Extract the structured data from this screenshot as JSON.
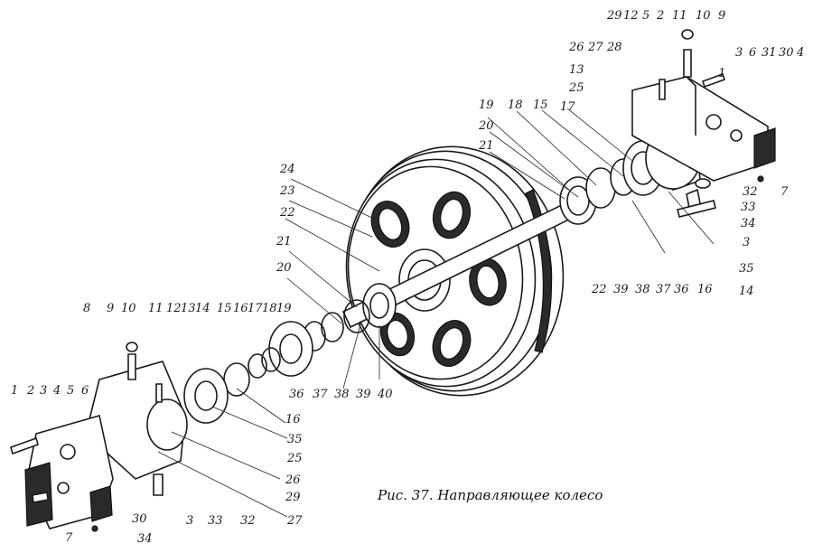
{
  "caption": "Рис. 37. Направляющее колесо",
  "labels_right_top": [
    "29",
    "12",
    "5",
    "2",
    "11",
    "10",
    "9",
    "1",
    "3",
    "6",
    "31",
    "30",
    "4",
    "26",
    "27",
    "28",
    "13",
    "25",
    "17",
    "15",
    "18",
    "19",
    "20",
    "21",
    "24",
    "23",
    "22",
    "21",
    "20"
  ],
  "labels_right_side": [
    "32",
    "7",
    "33",
    "34",
    "3",
    "35",
    "14",
    "16",
    "36",
    "37",
    "38",
    "39",
    "22"
  ],
  "labels_left_top": [
    "8",
    "9",
    "10",
    "11",
    "12",
    "13",
    "14",
    "15",
    "16",
    "17",
    "18",
    "19"
  ],
  "labels_left_side": [
    "1",
    "2",
    "3",
    "4",
    "5",
    "6",
    "7",
    "30",
    "34",
    "3",
    "33",
    "32",
    "27",
    "29",
    "26",
    "25",
    "35",
    "16",
    "36",
    "37",
    "38",
    "39",
    "40"
  ],
  "colors": {
    "ink": "#1a1a1a",
    "paper": "#ffffff"
  }
}
